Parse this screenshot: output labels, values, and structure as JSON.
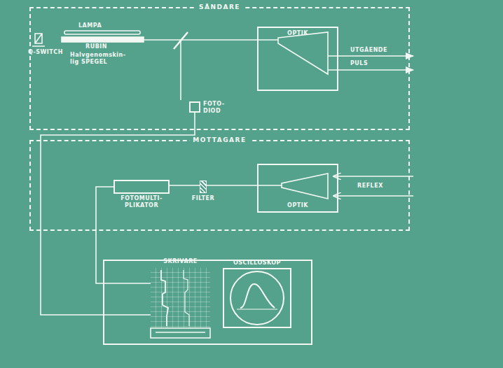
{
  "diagram": {
    "nodes": [
      {
        "text": [
          "SÄNDARE"
        ]
      },
      {
        "text": [
          "OPTIK"
        ],
        "in": 0
      },
      {
        "text": [
          "FOTO- DIOD"
        ],
        "in": 0
      },
      {
        "text": [
          "MOTTAGARE"
        ]
      },
      {
        "text": [
          "FOTOMULTI- PLIKATOR"
        ],
        "in": 3
      },
      {
        "text": [
          "FILTER"
        ],
        "in": 3
      },
      {
        "text": [
          "OPTIK"
        ],
        "in": 3
      },
      {
        "text": [
          "SKRIVARE"
        ]
      },
      {
        "text": [
          "OSCILLOSKOP"
        ]
      }
    ],
    "edges": [
      {
        "from": 2,
        "to": 7,
        "arrow": "none"
      },
      {
        "from": 4,
        "to": 7,
        "arrow": "none"
      }
    ],
    "labels": [
      "LAMPA",
      "RUBIN",
      "Q-SWITCH",
      "Halvgenomskin- lig SPEGEL",
      "UTGÅENDE",
      "PULS",
      "REFLEX"
    ]
  }
}
